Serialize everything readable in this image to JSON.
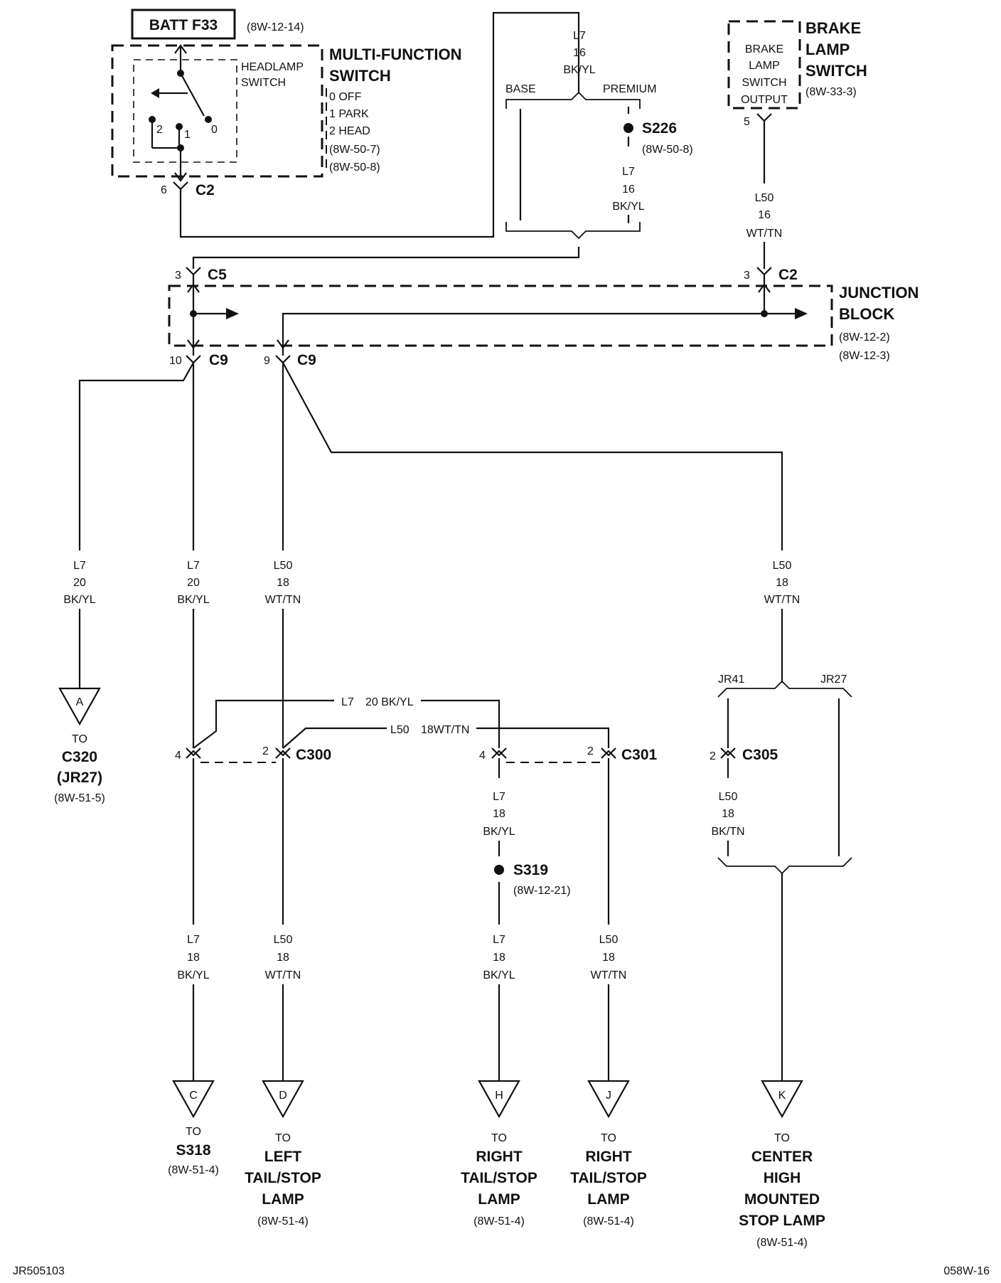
{
  "batt": {
    "label": "BATT F33",
    "ref": "(8W-12-14)"
  },
  "multi_function_switch": {
    "title1": "MULTI-FUNCTION",
    "title2": "SWITCH",
    "headlamp1": "HEADLAMP",
    "headlamp2": "SWITCH",
    "positions": [
      "0 OFF",
      "1 PARK",
      "2 HEAD"
    ],
    "refs": [
      "(8W-50-7)",
      "(8W-50-8)"
    ],
    "pos_num_2": "2",
    "pos_num_1": "1",
    "pos_num_0": "0",
    "pin": "6",
    "connector": "C2"
  },
  "brake_lamp_switch": {
    "title1": "BRAKE",
    "title2": "LAMP",
    "title3": "SWITCH",
    "ref": "(8W-33-3)",
    "inner": [
      "BRAKE",
      "LAMP",
      "SWITCH",
      "OUTPUT"
    ],
    "pin": "5"
  },
  "top_wire": {
    "circuit": "L7",
    "gauge": "16",
    "color": "BK/YL"
  },
  "base_label": "BASE",
  "premium_label": "PREMIUM",
  "s226": {
    "label": "S226",
    "ref": "(8W-50-8)"
  },
  "premium_wire": {
    "circuit": "L7",
    "gauge": "16",
    "color": "BK/YL"
  },
  "brake_wire": {
    "circuit": "L50",
    "gauge": "16",
    "color": "WT/TN"
  },
  "jb_c5": {
    "pin": "3",
    "connector": "C5"
  },
  "jb_c2": {
    "pin": "3",
    "connector": "C2"
  },
  "junction_block": {
    "title1": "JUNCTION",
    "title2": "BLOCK",
    "refs": [
      "(8W-12-2)",
      "(8W-12-3)"
    ]
  },
  "c9_left": {
    "pin": "10",
    "connector": "C9"
  },
  "c9_right": {
    "pin": "9",
    "connector": "C9"
  },
  "wire_a": {
    "circuit": "L7",
    "gauge": "20",
    "color": "BK/YL"
  },
  "wire_b": {
    "circuit": "L7",
    "gauge": "20",
    "color": "BK/YL"
  },
  "wire_c": {
    "circuit": "L50",
    "gauge": "18",
    "color": "WT/TN"
  },
  "wire_k_top": {
    "circuit": "L50",
    "gauge": "18",
    "color": "WT/TN"
  },
  "dest_a": {
    "letter": "A",
    "to": "TO",
    "name1": "C320",
    "name2": "(JR27)",
    "ref": "(8W-51-5)"
  },
  "cross_l7": {
    "circuit": "L7",
    "spec": "20 BK/YL"
  },
  "cross_l50": {
    "circuit": "L50",
    "spec": "18WT/TN"
  },
  "c300": {
    "pin_left": "4",
    "pin_right": "2",
    "connector": "C300"
  },
  "c301": {
    "pin_left": "4",
    "pin_right": "2",
    "connector": "C301"
  },
  "c305": {
    "pin": "2",
    "connector": "C305"
  },
  "jr41_label": "JR41",
  "jr27_label": "JR27",
  "wire_h_top": {
    "circuit": "L7",
    "gauge": "18",
    "color": "BK/YL"
  },
  "s319": {
    "label": "S319",
    "ref": "(8W-12-21)"
  },
  "wire_c305": {
    "circuit": "L50",
    "gauge": "18",
    "color": "BK/TN"
  },
  "wire_c_bot": {
    "circuit": "L7",
    "gauge": "18",
    "color": "BK/YL"
  },
  "wire_d_bot": {
    "circuit": "L50",
    "gauge": "18",
    "color": "WT/TN"
  },
  "wire_h_bot": {
    "circuit": "L7",
    "gauge": "18",
    "color": "BK/YL"
  },
  "wire_j_bot": {
    "circuit": "L50",
    "gauge": "18",
    "color": "WT/TN"
  },
  "dest_c": {
    "letter": "C",
    "to": "TO",
    "name1": "S318",
    "ref": "(8W-51-4)"
  },
  "dest_d": {
    "letter": "D",
    "to": "TO",
    "name1": "LEFT",
    "name2": "TAIL/STOP",
    "name3": "LAMP",
    "ref": "(8W-51-4)"
  },
  "dest_h": {
    "letter": "H",
    "to": "TO",
    "name1": "RIGHT",
    "name2": "TAIL/STOP",
    "name3": "LAMP",
    "ref": "(8W-51-4)"
  },
  "dest_j": {
    "letter": "J",
    "to": "TO",
    "name1": "RIGHT",
    "name2": "TAIL/STOP",
    "name3": "LAMP",
    "ref": "(8W-51-4)"
  },
  "dest_k": {
    "letter": "K",
    "to": "TO",
    "name1": "CENTER",
    "name2": "HIGH",
    "name3": "MOUNTED",
    "name4": "STOP LAMP",
    "ref": "(8W-51-4)"
  },
  "footer": {
    "left": "JR505103",
    "right": "058W-16"
  }
}
